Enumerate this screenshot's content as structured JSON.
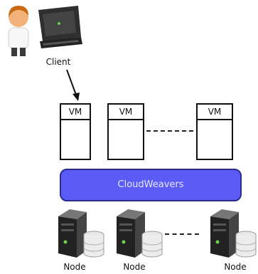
{
  "client": {
    "label": "Client"
  },
  "vms": [
    {
      "label": "VM"
    },
    {
      "label": "VM"
    },
    {
      "label": "VM"
    }
  ],
  "middleware": {
    "label": "CloudWeavers"
  },
  "nodes": [
    {
      "label": "Node"
    },
    {
      "label": "Node"
    },
    {
      "label": "Node"
    }
  ]
}
